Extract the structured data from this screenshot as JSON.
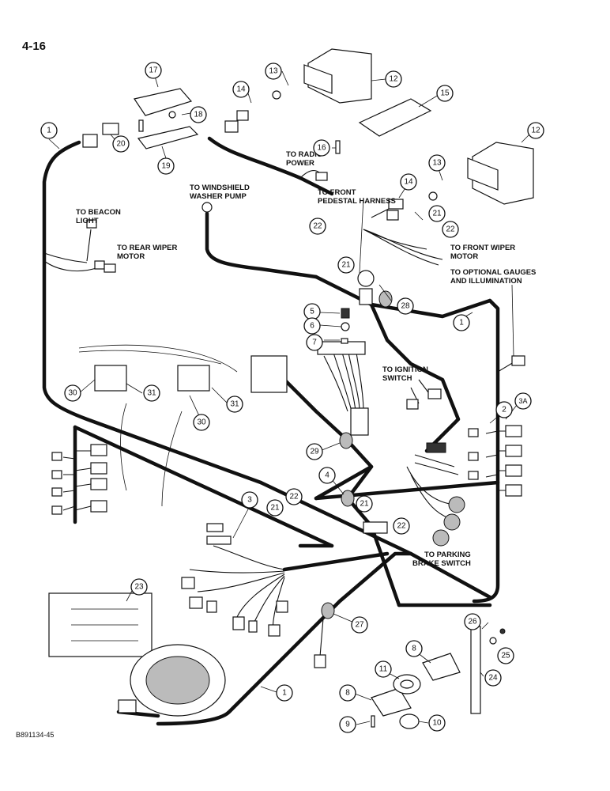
{
  "page": {
    "number": "4-16",
    "code": "B891134-45"
  },
  "labels": [
    {
      "id": "beacon",
      "lines": [
        "TO BEACON",
        "LIGHT"
      ]
    },
    {
      "id": "rear_wiper",
      "lines": [
        "TO REAR WIPER",
        "MOTOR"
      ]
    },
    {
      "id": "radio",
      "lines": [
        "TO RADIO",
        "POWER"
      ]
    },
    {
      "id": "washer",
      "lines": [
        "TO WINDSHIELD",
        "WASHER PUMP"
      ]
    },
    {
      "id": "front_pedestal",
      "lines": [
        "TO FRONT",
        "PEDESTAL HARNESS"
      ]
    },
    {
      "id": "front_wiper",
      "lines": [
        "TO FRONT WIPER",
        "MOTOR"
      ]
    },
    {
      "id": "gauges",
      "lines": [
        "TO OPTIONAL GAUGES",
        "AND ILLUMINATION"
      ]
    },
    {
      "id": "ignition",
      "lines": [
        "TO IGNITION",
        "SWITCH"
      ]
    },
    {
      "id": "parking",
      "lines": [
        "TO PARKING",
        "BRAKE SWITCH"
      ]
    }
  ],
  "callouts": [
    "1",
    "1",
    "1",
    "1",
    "2",
    "3",
    "3A",
    "4",
    "5",
    "6",
    "7",
    "8",
    "8",
    "9",
    "10",
    "11",
    "12",
    "12",
    "13",
    "13",
    "14",
    "14",
    "15",
    "16",
    "17",
    "18",
    "19",
    "20",
    "21",
    "21",
    "21",
    "21",
    "22",
    "22",
    "22",
    "22",
    "23",
    "24",
    "25",
    "26",
    "27",
    "28",
    "29",
    "30",
    "30",
    "31",
    "31"
  ]
}
